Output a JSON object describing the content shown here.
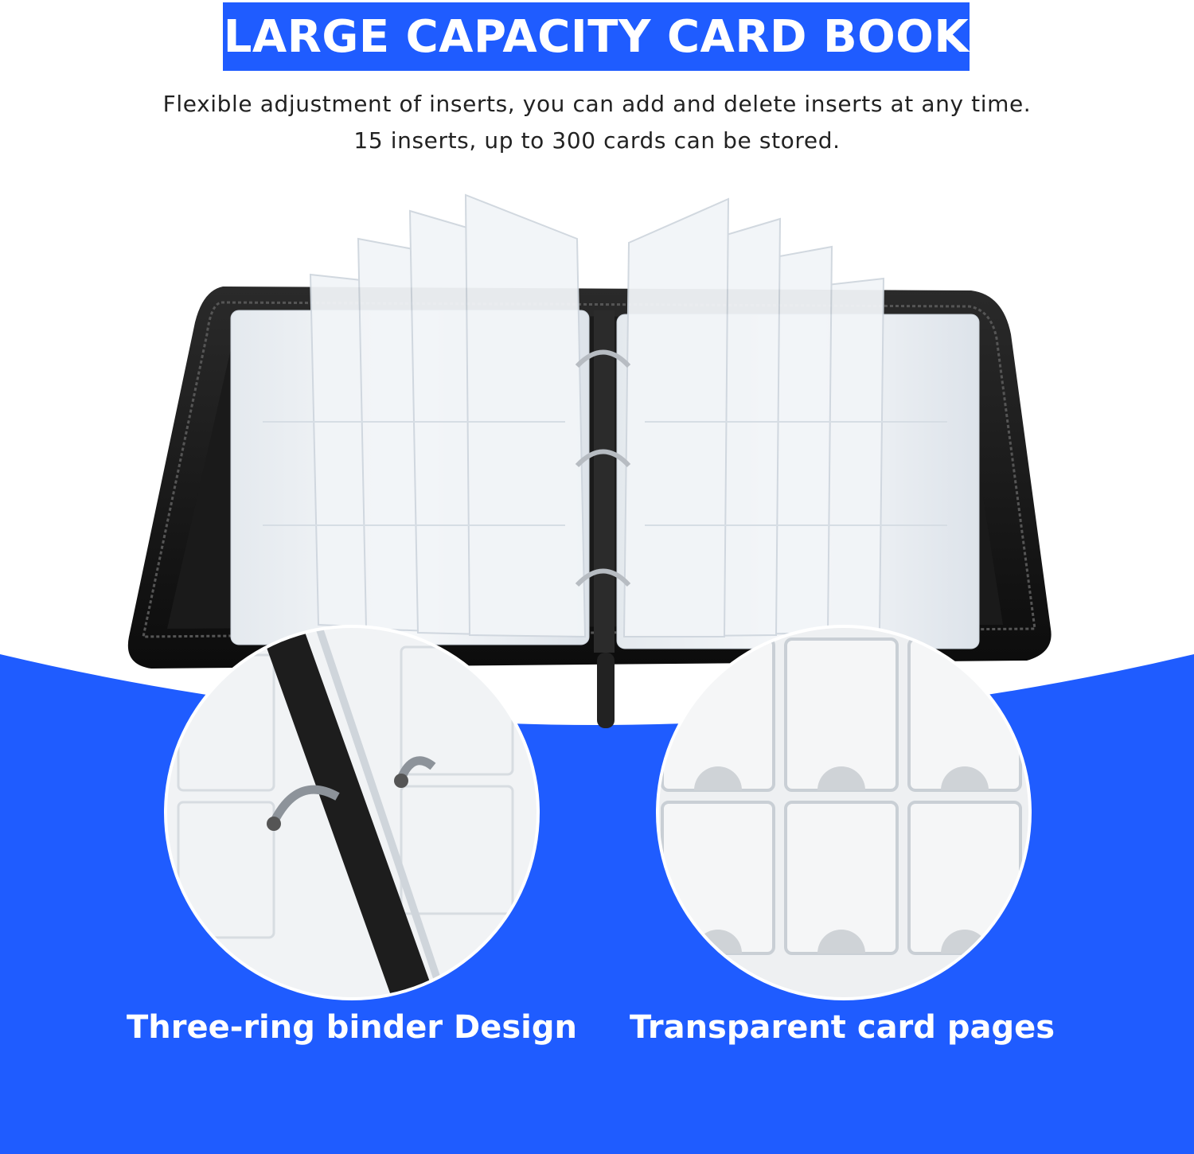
{
  "header": {
    "title": "LARGE CAPACITY CARD BOOK",
    "subtitle_line1": "Flexible adjustment of inserts, you can add and delete inserts at any time.",
    "subtitle_line2": "15 inserts, up to 300 cards can be stored."
  },
  "details": [
    {
      "caption": "Three-ring binder Design"
    },
    {
      "caption": "Transparent card pages"
    }
  ],
  "colors": {
    "brand_blue": "#1f5cff",
    "case_black": "#141414",
    "page_white": "#eef1f4"
  }
}
